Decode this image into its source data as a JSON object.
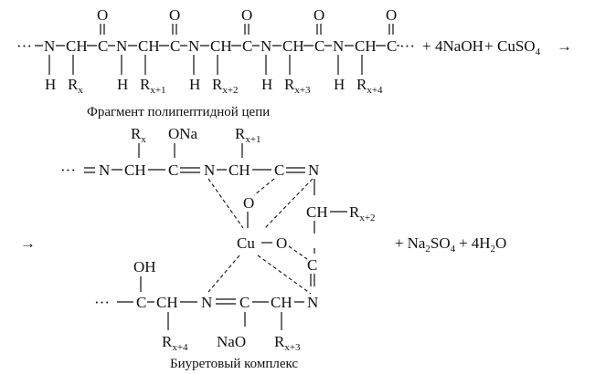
{
  "reaction": {
    "dots": "···",
    "arrow": "→",
    "plus": "+"
  },
  "atoms": {
    "N": "N",
    "CH": "CH",
    "C": "C",
    "O": "O",
    "H": "H",
    "R": "R",
    "Cu": "Cu",
    "ONa": "ONa",
    "NaO": "NaO",
    "OH": "OH"
  },
  "subscripts": {
    "x": "x",
    "x1": "x+1",
    "x2": "x+2",
    "x3": "x+3",
    "x4": "x+4"
  },
  "reagents": {
    "naoh": "4NaOH",
    "cuso4": "CuSO",
    "cuso4_sub": "4"
  },
  "products": {
    "na2so4_a": "Na",
    "na2so4_a_sub": "2",
    "na2so4_b": "SO",
    "na2so4_b_sub": "4",
    "water": "4H",
    "water_sub": "2",
    "water_o": "O"
  },
  "captions": {
    "fragment": "Фрагмент полипептидной цепи",
    "complex": "Биуретовый комплекс"
  }
}
